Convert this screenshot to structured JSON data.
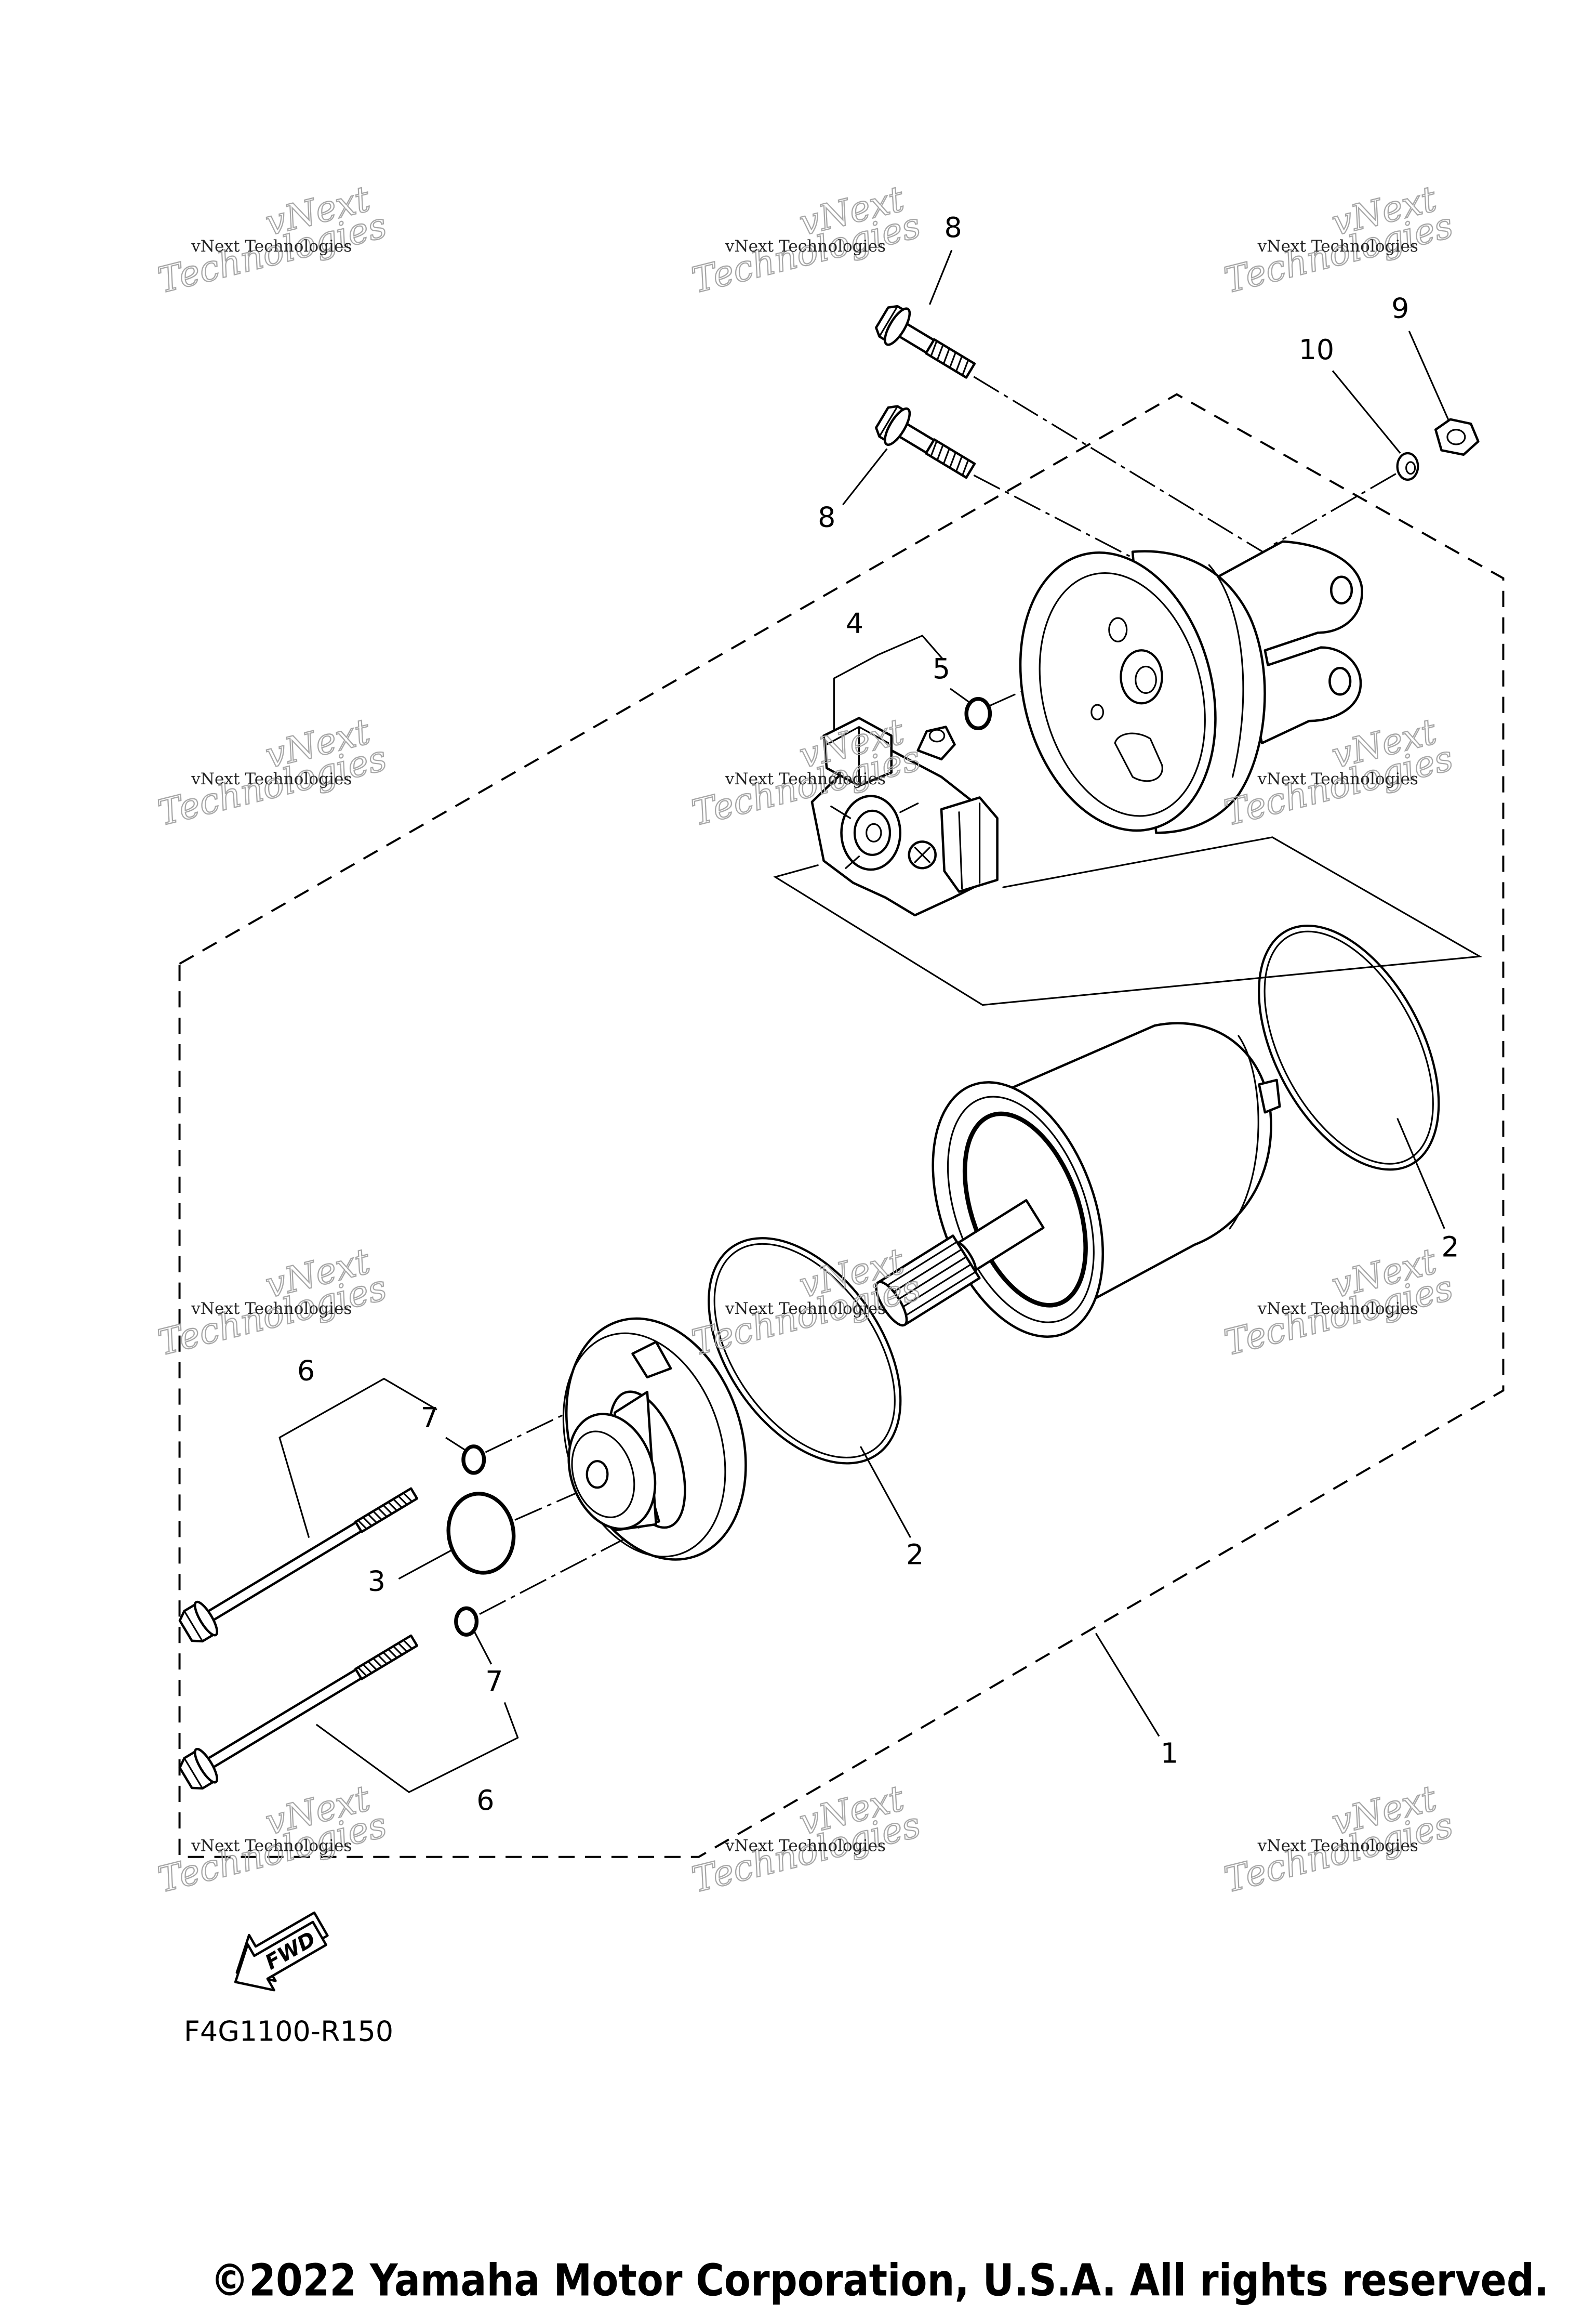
{
  "diagram": {
    "callouts": [
      "8",
      "9",
      "10",
      "8",
      "4",
      "5",
      "2",
      "6",
      "7",
      "3",
      "2",
      "7",
      "6",
      "1"
    ],
    "fwd_label": "FWD",
    "diagram_code": "F4G1100-R150",
    "copyright": "©2022 Yamaha Motor Corporation, U.S.A. All rights reserved."
  },
  "watermark": {
    "small": "vNext Technologies",
    "large_line_1": "vNext",
    "large_line_2": "Technologies"
  },
  "icons": {
    "fwd_arrow": "forward-arrow-icon"
  },
  "colors": {
    "line": "#000000",
    "watermark": "#a6a6a6",
    "background": "#ffffff"
  }
}
